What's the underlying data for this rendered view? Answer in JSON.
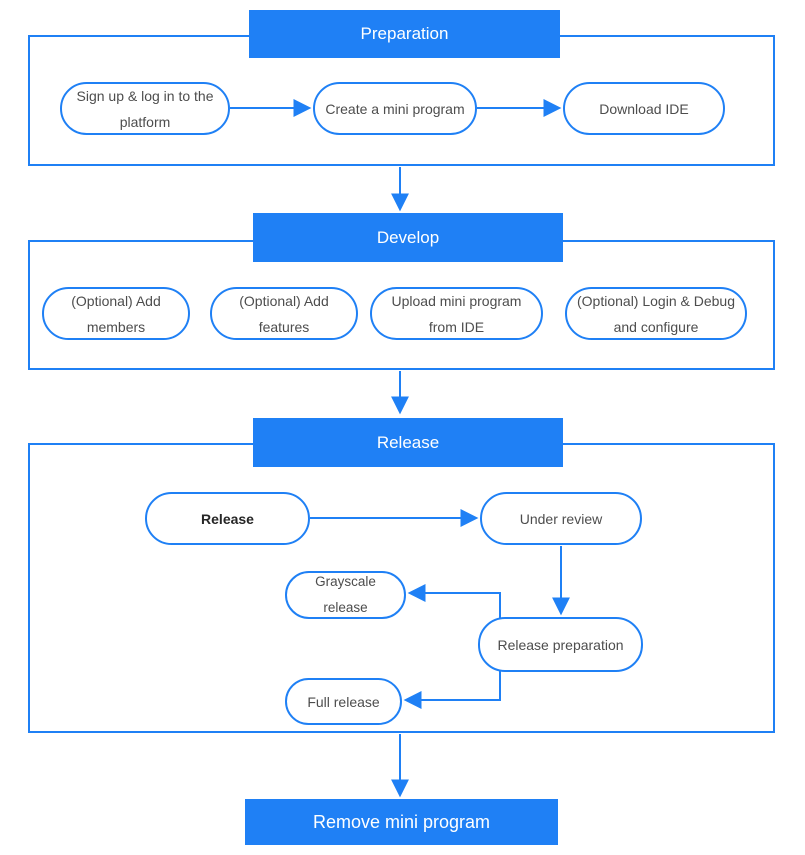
{
  "palette": {
    "accent": "#1f80f5",
    "node_text": "#4d4d4d",
    "bold_node_text": "#262626",
    "header_text": "#ffffff",
    "background": "#ffffff"
  },
  "diagram": {
    "type": "flowchart",
    "sections": {
      "preparation": {
        "title": "Preparation",
        "nodes": {
          "signup": "Sign up & log in to the platform",
          "create": "Create a mini program",
          "download": "Download IDE"
        },
        "flows": [
          "signup -> create",
          "create -> download"
        ]
      },
      "develop": {
        "title": "Develop",
        "nodes": {
          "members": "(Optional) Add members",
          "features": "(Optional) Add features",
          "upload": "Upload mini program from IDE",
          "login": "(Optional) Login & Debug and configure"
        },
        "flows": []
      },
      "release": {
        "title": "Release",
        "nodes": {
          "release": "Release",
          "under_review": "Under review",
          "grayscale": "Grayscale release",
          "release_preparation": "Release preparation",
          "full_release": "Full release"
        },
        "flows": [
          "release -> under_review",
          "under_review -> release_preparation",
          "release_preparation -> grayscale",
          "release_preparation -> full_release"
        ]
      },
      "remove": {
        "title": "Remove mini program"
      }
    },
    "section_flows": [
      "Preparation -> Develop",
      "Develop -> Release",
      "Release -> Remove mini program"
    ]
  }
}
